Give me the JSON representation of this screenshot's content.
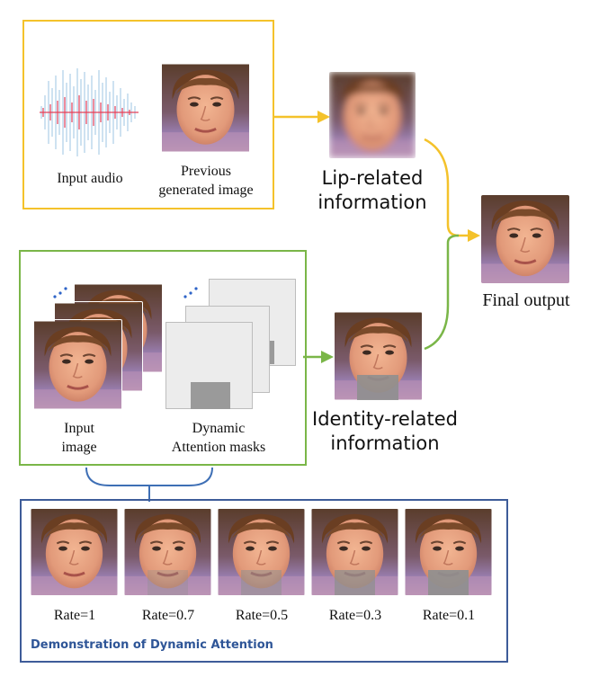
{
  "colors": {
    "yellow": "#f4c22b",
    "green": "#7ab648",
    "blue": "#3e5c99",
    "mask_gray": "#8f8f8f",
    "demo_title": "#2e5597"
  },
  "top_panel": {
    "audio_label": "Input audio",
    "previous_image_label_line1": "Previous",
    "previous_image_label_line2": "generated image"
  },
  "lip": {
    "label_line1": "Lip-related",
    "label_line2": "information"
  },
  "final": {
    "label": "Final output"
  },
  "identity": {
    "label_line1": "Identity-related",
    "label_line2": "information"
  },
  "left_panel": {
    "input_image_line1": "Input",
    "input_image_line2": "image",
    "masks_line1": "Dynamic",
    "masks_line2": "Attention masks"
  },
  "demo": {
    "title": "Demonstration of Dynamic Attention",
    "rates": [
      {
        "label": "Rate=1",
        "mask_opacity": 0.0
      },
      {
        "label": "Rate=0.7",
        "mask_opacity": 0.35
      },
      {
        "label": "Rate=0.5",
        "mask_opacity": 0.55
      },
      {
        "label": "Rate=0.3",
        "mask_opacity": 0.75
      },
      {
        "label": "Rate=0.1",
        "mask_opacity": 0.92
      }
    ]
  }
}
